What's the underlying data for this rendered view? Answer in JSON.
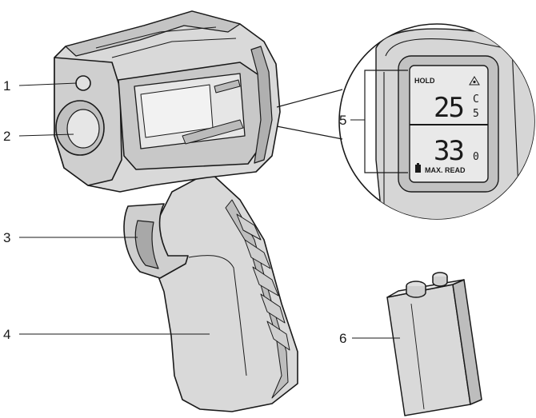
{
  "callouts": [
    {
      "id": "1",
      "label": "1"
    },
    {
      "id": "2",
      "label": "2"
    },
    {
      "id": "3",
      "label": "3"
    },
    {
      "id": "4",
      "label": "4"
    },
    {
      "id": "5",
      "label": "5"
    },
    {
      "id": "6",
      "label": "6"
    }
  ],
  "lcd": {
    "hold": "HOLD",
    "current_reading": "25.5",
    "current_int": "25",
    "current_dec": "5",
    "unit": "C",
    "max_reading": "33.0",
    "max_int": "33",
    "max_dec": "0",
    "max_label": "MAX. READ"
  },
  "colors": {
    "line": "#1a1a1a",
    "body": "#d9d9d9",
    "body_dark": "#b8b8b8",
    "screen": "#e6e6e6"
  },
  "icons": [
    "laser-warning-icon",
    "battery-icon"
  ]
}
